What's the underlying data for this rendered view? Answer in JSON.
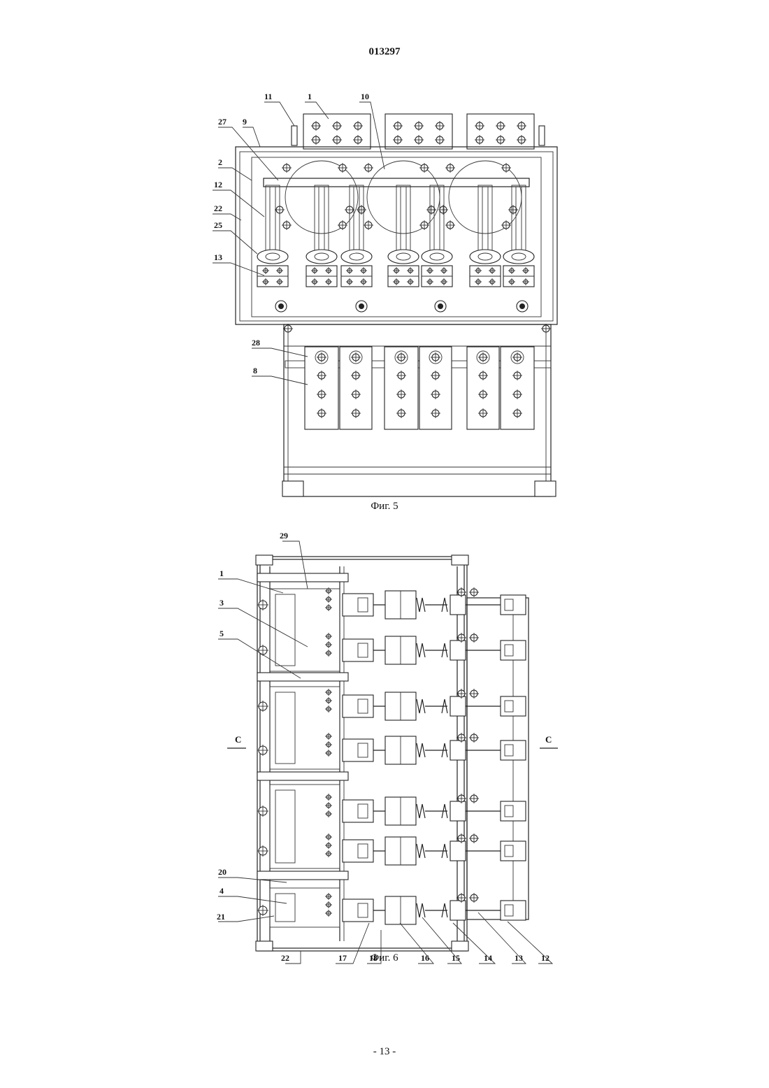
{
  "document": {
    "patent_number": "013297",
    "page_number": "- 13 -"
  },
  "figure5": {
    "caption": "Фиг. 5",
    "labels": [
      "11",
      "1",
      "10",
      "27",
      "9",
      "2",
      "12",
      "22",
      "25",
      "13",
      "28",
      "8"
    ]
  },
  "figure6": {
    "caption": "Фиг. 6",
    "section_marker": "C",
    "left_labels": [
      "29",
      "1",
      "3",
      "5",
      "20",
      "4",
      "21"
    ],
    "bottom_labels": [
      "22",
      "17",
      "18",
      "16",
      "15",
      "14",
      "13",
      "12"
    ]
  }
}
